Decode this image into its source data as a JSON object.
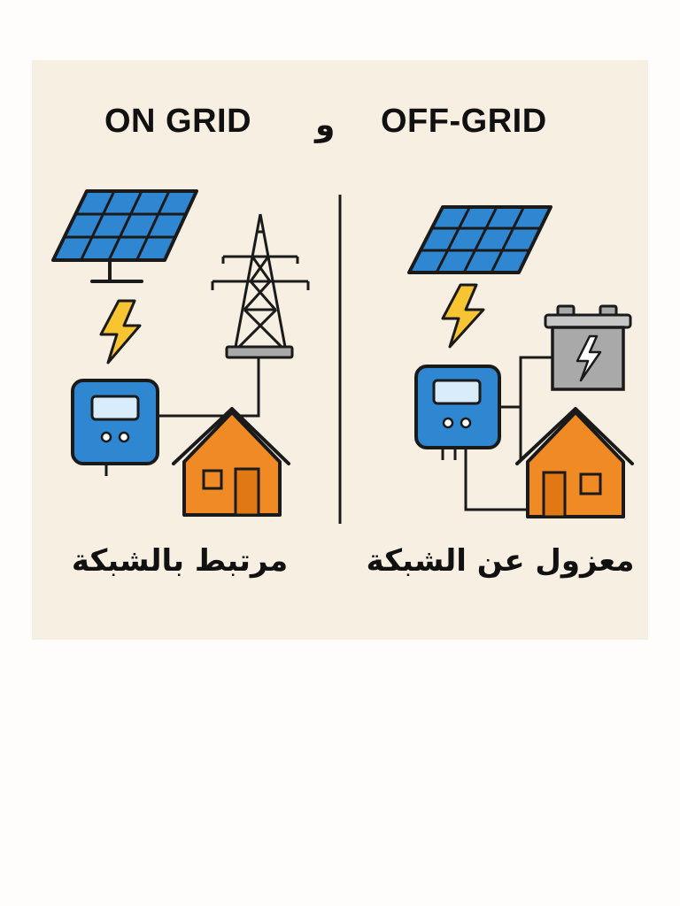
{
  "titles": {
    "on_grid": "ON GRID",
    "and": "و",
    "off_grid": "OFF-GRID"
  },
  "labels": {
    "on_grid_ar": "مرتبط بالشبكة",
    "off_grid_ar": "معزول عن الشبكة"
  },
  "icons": {
    "on_grid": [
      "solar-panel-icon",
      "lightning-icon",
      "inverter-icon",
      "transmission-tower-icon",
      "house-icon"
    ],
    "off_grid": [
      "solar-panel-icon",
      "lightning-icon",
      "inverter-icon",
      "battery-icon",
      "house-icon"
    ]
  },
  "colors": {
    "background": "#f7efe2",
    "panel_blue": "#2f86d1",
    "inverter_blue": "#2f86d1",
    "house_orange": "#f08a24",
    "bolt_yellow": "#f7c531",
    "battery_gray": "#a9a9a9",
    "outline": "#1a1a1a"
  }
}
